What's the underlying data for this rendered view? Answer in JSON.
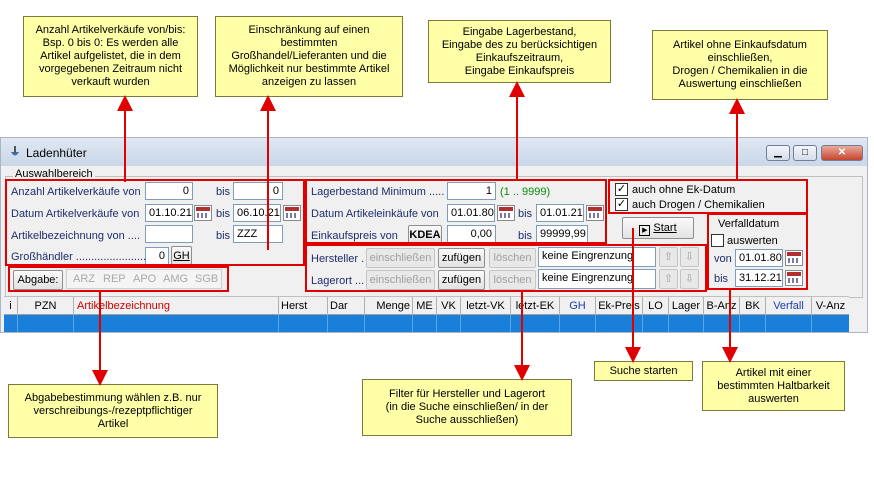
{
  "window": {
    "title": "Ladenhüter",
    "group_label": "Auswahlbereich"
  },
  "left": {
    "sales_label": "Anzahl Artikelverkäufe von",
    "sales_from": "0",
    "bis": "bis",
    "sales_to": "0",
    "date_label": "Datum Artikelverkäufe von",
    "date_from": "01.10.21",
    "date_to": "06.10.21",
    "name_label": "Artikelbezeichnung von ....",
    "name_from": "",
    "name_to": "ZZZ",
    "wholesaler_label": "Großhändler .......................",
    "wholesaler_value": "0",
    "gh_button": "GH",
    "abgabe_button": "Abgabe:",
    "abgabe_options": [
      "ARZ",
      "REP",
      "APO",
      "AMG",
      "SGB"
    ]
  },
  "middle": {
    "stock_label": "Lagerbestand Minimum .....",
    "stock_value": "1",
    "stock_range": "(1 .. 9999)",
    "purchase_date_label": "Datum Artikeleinkäufe von",
    "purchase_from": "01.01.80",
    "purchase_to": "01.01.21",
    "price_label": "Einkaufspreis von",
    "kdea_button": "KDEA",
    "price_from": "0,00",
    "price_to": "99999,99",
    "manufacturer_label": "Hersteller .",
    "storage_label": "Lagerort ...",
    "include_label": "einschließen",
    "add_label": "zufügen",
    "delete_label": "löschen",
    "no_restriction": "keine Eingrenzung"
  },
  "right": {
    "without_date": "auch ohne Ek-Datum",
    "drugs": "auch Drogen / Chemikalien",
    "start_button": "Start",
    "expiry_title": "Verfalldatum",
    "evaluate": "auswerten",
    "von": "von",
    "bis": "bis",
    "expiry_from": "01.01.80",
    "expiry_to": "31.12.21"
  },
  "grid": {
    "columns": [
      "i",
      "PZN",
      "Artikelbezeichnung",
      "Herst",
      "Dar",
      "Menge",
      "ME",
      "VK",
      "letzt-VK",
      "letzt-EK",
      "GH",
      "Ek-Preis",
      "LO",
      "Lager",
      "B-Anz",
      "BK",
      "Verfall",
      "V-Anz"
    ]
  },
  "callouts": {
    "c1": "Anzahl Artikelverkäufe von/bis:\nBsp. 0 bis 0: Es werden alle\nArtikel aufgelistet, die in dem\nvorgegebenen Zeitraum nicht\nverkauft wurden",
    "c2": "Einschränkung auf einen\nbestimmten\nGroßhandel/Lieferanten und die\nMöglichkeit nur bestimmte Artikel\nanzeigen zu lassen",
    "c3": "Eingabe Lagerbestand,\nEingabe des zu berücksichtigen\nEinkaufszeitraum,\nEingabe Einkaufspreis",
    "c4": "Artikel ohne Einkaufsdatum\neinschließen,\nDrogen / Chemikalien in die\nAuswertung einschließen",
    "c5": "Abgabebestimmung wählen z.B. nur\nverschreibungs-/rezeptpflichtiger\nArtikel",
    "c6": "Filter für Hersteller und Lagerort\n(in die Suche einschließen/ in der\nSuche ausschließen)",
    "c7": "Suche starten",
    "c8": "Artikel mit einer\nbestimmten Haltbarkeit\nauswerten"
  },
  "colors": {
    "callout_bg": "#ffffa8",
    "highlight": "#e00000",
    "grid_selection": "#1a7fd8"
  }
}
